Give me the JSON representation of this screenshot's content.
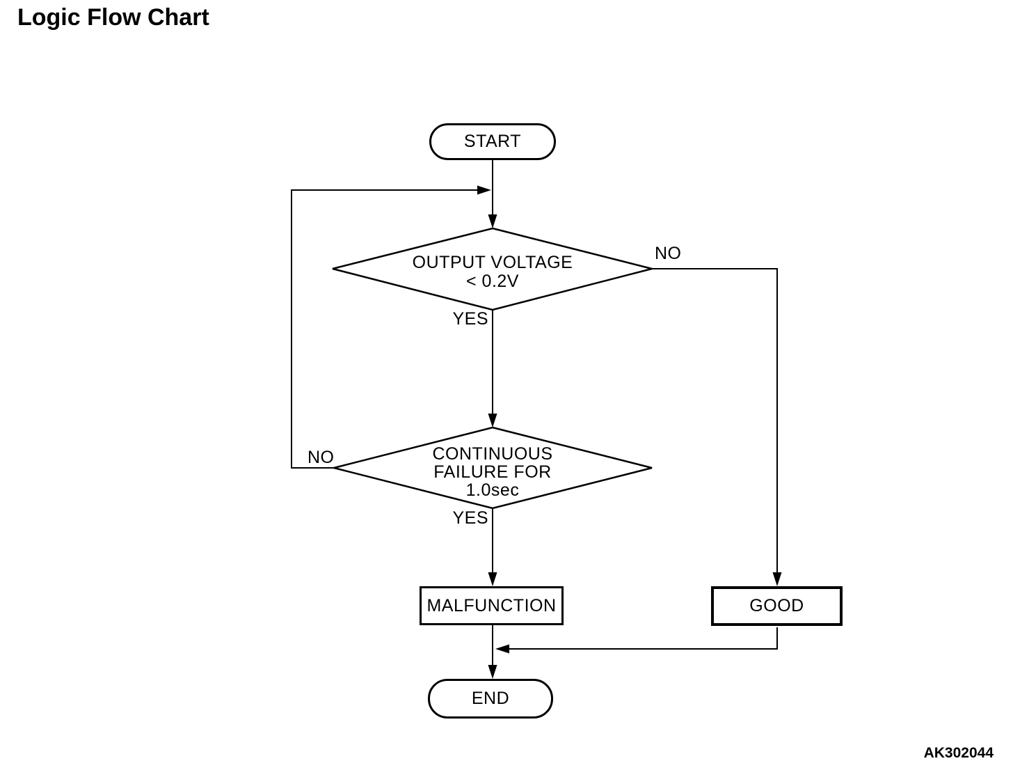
{
  "page": {
    "title": "Logic Flow Chart",
    "figure_code": "AK302044",
    "background_color": "#ffffff",
    "line_color": "#000000",
    "text_color": "#000000"
  },
  "flowchart": {
    "start": {
      "label": "START"
    },
    "decision_output_voltage": {
      "line1": "OUTPUT VOLTAGE",
      "line2": "< 0.2V",
      "yes_label": "YES",
      "no_label": "NO"
    },
    "decision_continuous_failure": {
      "line1": "CONTINUOUS",
      "line2": "FAILURE FOR",
      "line3": "1.0sec",
      "yes_label": "YES",
      "no_label": "NO"
    },
    "malfunction": {
      "label": "MALFUNCTION"
    },
    "good": {
      "label": "GOOD"
    },
    "end": {
      "label": "END"
    }
  }
}
